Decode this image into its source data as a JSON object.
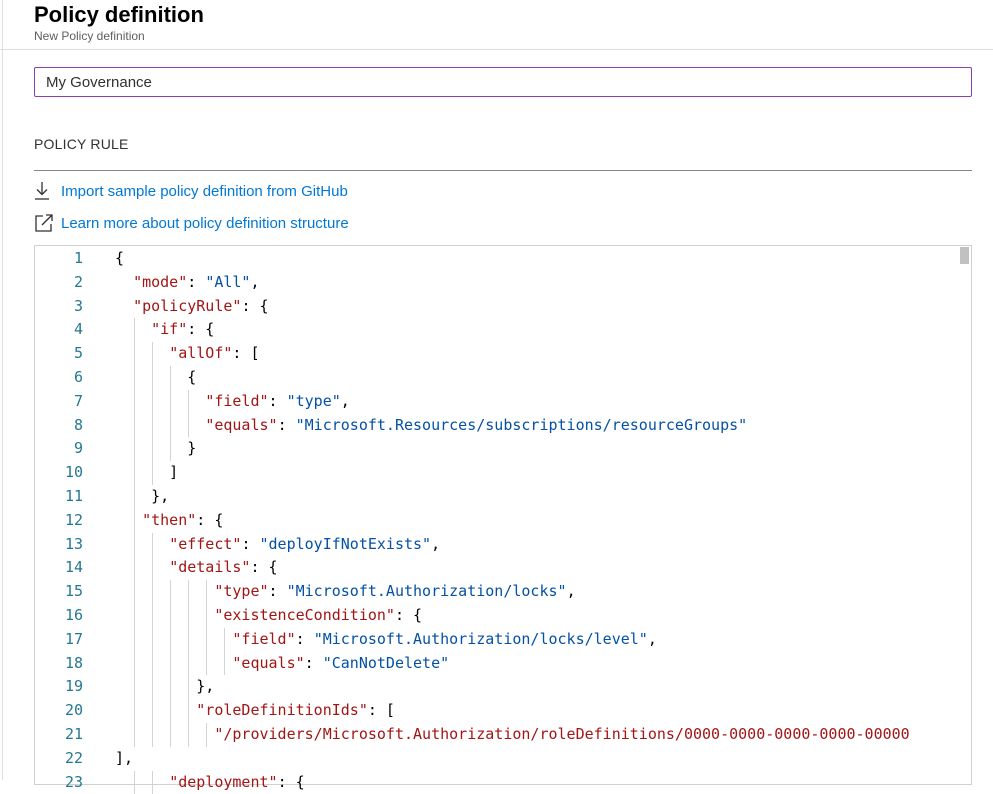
{
  "header": {
    "title": "Policy definition",
    "subtitle": "New Policy definition"
  },
  "name_field": {
    "value": "My Governance"
  },
  "policy_rule": {
    "section_title": "POLICY RULE",
    "import_link": {
      "label": "Import sample policy definition from GitHub",
      "icon": "download-icon"
    },
    "learn_link": {
      "label": "Learn more about policy definition structure",
      "icon": "open-external-icon"
    }
  },
  "editor": {
    "lines": [
      {
        "n": "1",
        "tokens": [
          [
            "p",
            "{"
          ]
        ]
      },
      {
        "n": "2",
        "tokens": [
          [
            "p",
            "  "
          ],
          [
            "k",
            "\"mode\""
          ],
          [
            "p",
            ": "
          ],
          [
            "s",
            "\"All\""
          ],
          [
            "p",
            ","
          ]
        ]
      },
      {
        "n": "3",
        "tokens": [
          [
            "p",
            "  "
          ],
          [
            "k",
            "\"policyRule\""
          ],
          [
            "p",
            ": {"
          ]
        ]
      },
      {
        "n": "4",
        "tokens": [
          [
            "p",
            "    "
          ],
          [
            "k",
            "\"if\""
          ],
          [
            "p",
            ": {"
          ]
        ]
      },
      {
        "n": "5",
        "tokens": [
          [
            "p",
            "      "
          ],
          [
            "k",
            "\"allOf\""
          ],
          [
            "p",
            ": ["
          ]
        ]
      },
      {
        "n": "6",
        "tokens": [
          [
            "p",
            "        {"
          ]
        ]
      },
      {
        "n": "7",
        "tokens": [
          [
            "p",
            "          "
          ],
          [
            "k",
            "\"field\""
          ],
          [
            "p",
            ": "
          ],
          [
            "s",
            "\"type\""
          ],
          [
            "p",
            ","
          ]
        ]
      },
      {
        "n": "8",
        "tokens": [
          [
            "p",
            "          "
          ],
          [
            "k",
            "\"equals\""
          ],
          [
            "p",
            ": "
          ],
          [
            "s",
            "\"Microsoft.Resources/subscriptions/resourceGroups\""
          ]
        ]
      },
      {
        "n": "9",
        "tokens": [
          [
            "p",
            "        }"
          ]
        ]
      },
      {
        "n": "10",
        "tokens": [
          [
            "p",
            "      ]"
          ]
        ]
      },
      {
        "n": "11",
        "tokens": [
          [
            "p",
            "    },"
          ]
        ]
      },
      {
        "n": "12",
        "tokens": [
          [
            "p",
            "   "
          ],
          [
            "k",
            "\"then\""
          ],
          [
            "p",
            ": {"
          ]
        ]
      },
      {
        "n": "13",
        "tokens": [
          [
            "p",
            "      "
          ],
          [
            "k",
            "\"effect\""
          ],
          [
            "p",
            ": "
          ],
          [
            "s",
            "\"deployIfNotExists\""
          ],
          [
            "p",
            ","
          ]
        ]
      },
      {
        "n": "14",
        "tokens": [
          [
            "p",
            "      "
          ],
          [
            "k",
            "\"details\""
          ],
          [
            "p",
            ": {"
          ]
        ]
      },
      {
        "n": "15",
        "tokens": [
          [
            "p",
            "           "
          ],
          [
            "k",
            "\"type\""
          ],
          [
            "p",
            ": "
          ],
          [
            "s",
            "\"Microsoft.Authorization/locks\""
          ],
          [
            "p",
            ","
          ]
        ]
      },
      {
        "n": "16",
        "tokens": [
          [
            "p",
            "           "
          ],
          [
            "k",
            "\"existenceCondition\""
          ],
          [
            "p",
            ": {"
          ]
        ]
      },
      {
        "n": "17",
        "tokens": [
          [
            "p",
            "             "
          ],
          [
            "k",
            "\"field\""
          ],
          [
            "p",
            ": "
          ],
          [
            "s",
            "\"Microsoft.Authorization/locks/level\""
          ],
          [
            "p",
            ","
          ]
        ]
      },
      {
        "n": "18",
        "tokens": [
          [
            "p",
            "             "
          ],
          [
            "k",
            "\"equals\""
          ],
          [
            "p",
            ": "
          ],
          [
            "s",
            "\"CanNotDelete\""
          ]
        ]
      },
      {
        "n": "19",
        "tokens": [
          [
            "p",
            "         },"
          ]
        ]
      },
      {
        "n": "20",
        "tokens": [
          [
            "p",
            "         "
          ],
          [
            "k",
            "\"roleDefinitionIds\""
          ],
          [
            "p",
            ": ["
          ]
        ]
      },
      {
        "n": "21",
        "tokens": [
          [
            "p",
            "           "
          ],
          [
            "sr",
            "\"/providers/Microsoft.Authorization/roleDefinitions/0000-0000-0000-0000-00000"
          ]
        ]
      },
      {
        "n": "22",
        "tokens": [
          [
            "p",
            "],"
          ]
        ]
      },
      {
        "n": "23",
        "tokens": [
          [
            "p",
            "      "
          ],
          [
            "k",
            "\"deployment\""
          ],
          [
            "p",
            ": {"
          ]
        ]
      }
    ]
  }
}
